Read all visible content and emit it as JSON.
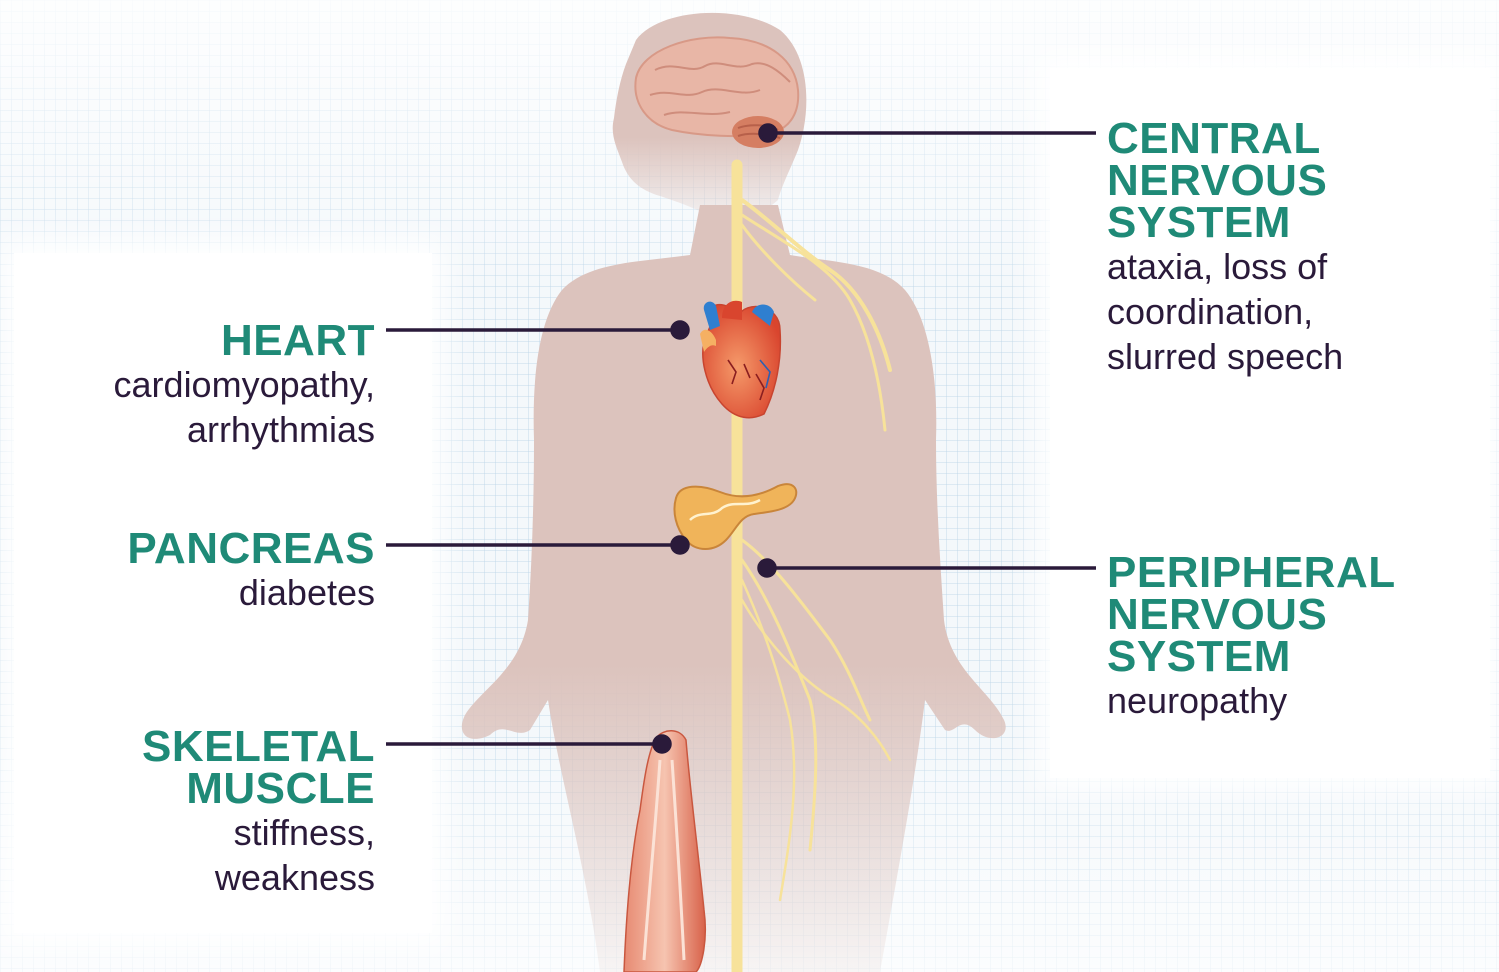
{
  "callouts": {
    "heart": {
      "title": "HEART",
      "desc": "cardiomyopathy,\narrhythmias"
    },
    "pancreas": {
      "title": "PANCREAS",
      "desc": "diabetes"
    },
    "skeletal_muscle": {
      "title": "SKELETAL\nMUSCLE",
      "desc": "stiffness,\nweakness"
    },
    "central_nervous_system": {
      "title": "CENTRAL\nNERVOUS\nSYSTEM",
      "desc": "ataxia, loss of\ncoordination,\nslurred speech"
    },
    "peripheral_nervous_system": {
      "title": "PERIPHERAL\nNERVOUS\nSYSTEM",
      "desc": "neuropathy"
    }
  },
  "colors": {
    "label_title": "#1f8a77",
    "label_text": "#2a1a3a",
    "connector": "#2a1a3a",
    "body_silhouette": "#dcc3bd",
    "nerve": "#f7e29a",
    "background_grid": "#bed7e8"
  }
}
